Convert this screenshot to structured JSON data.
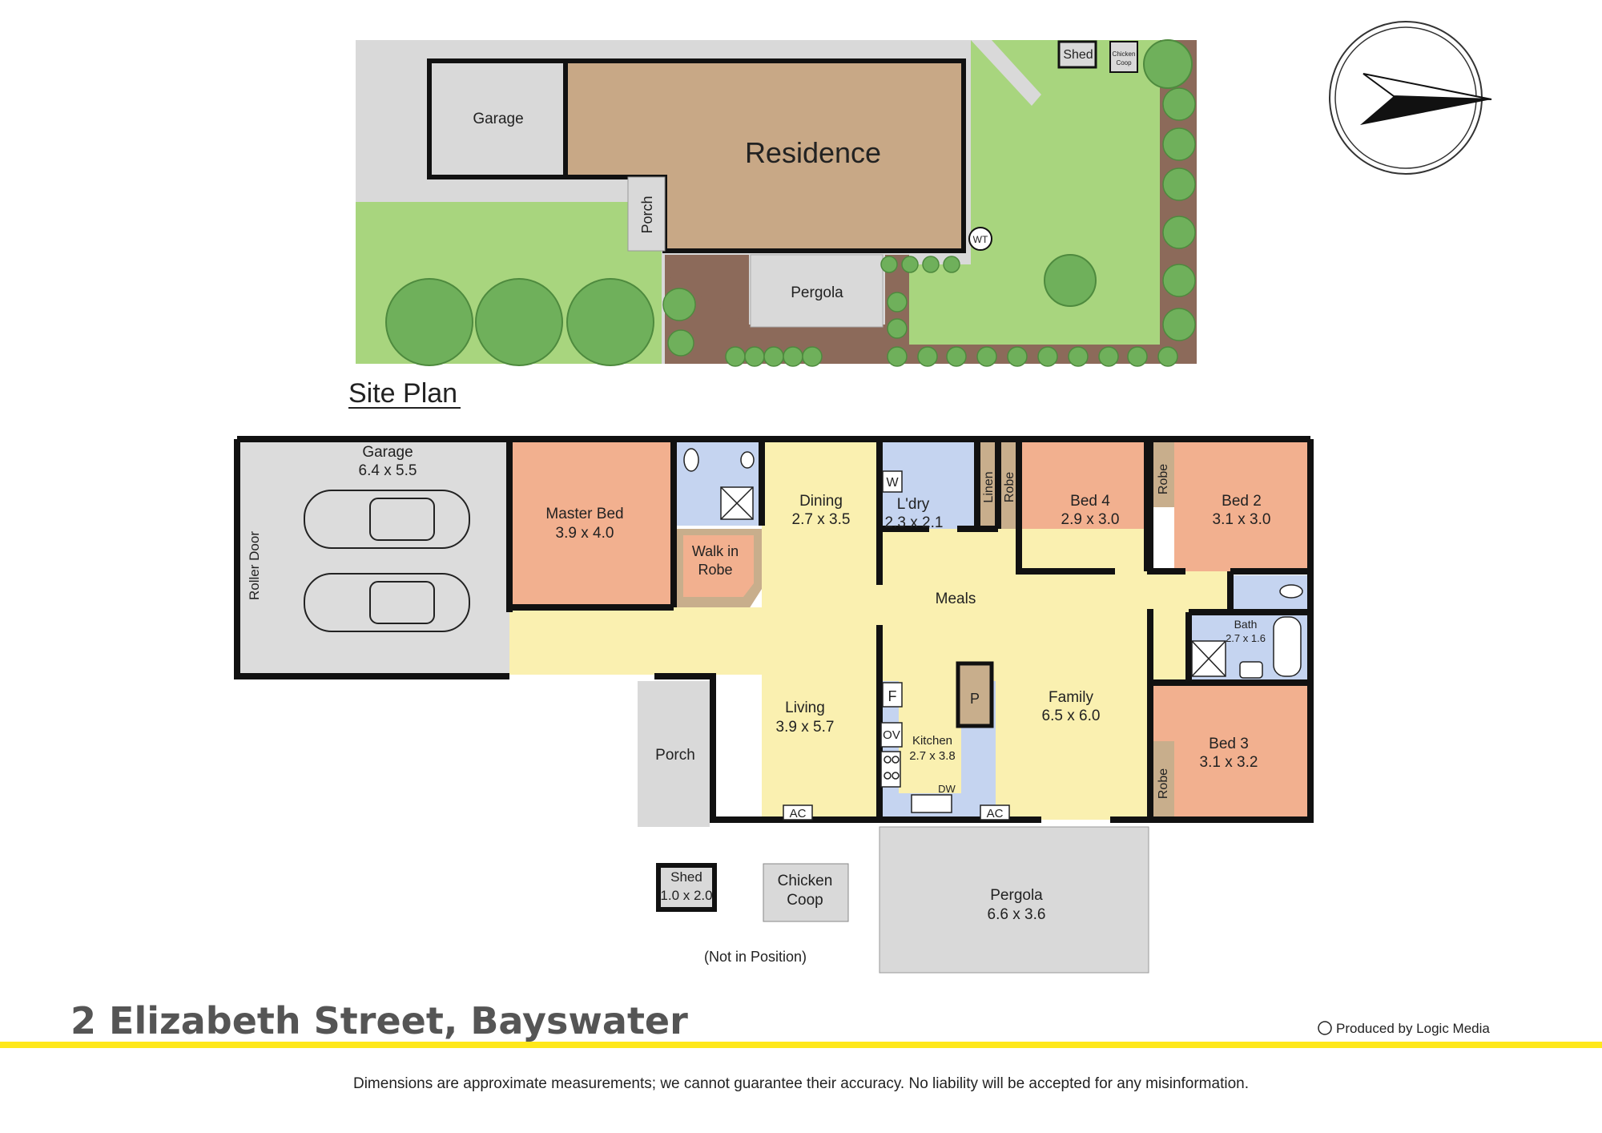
{
  "site_plan": {
    "heading": "Site Plan",
    "garage": "Garage",
    "residence": "Residence",
    "porch": "Porch",
    "pergola": "Pergola",
    "shed": "Shed",
    "coop": [
      "Chicken",
      "Coop"
    ],
    "water_tank": "WT"
  },
  "floor_plan": {
    "garage": {
      "name": "Garage",
      "dims": "6.4 x 5.5"
    },
    "roller_door": "Roller Door",
    "master_bed": {
      "name": "Master Bed",
      "dims": "3.9 x 4.0"
    },
    "walk_in_robe": [
      "Walk in",
      "Robe"
    ],
    "dining": {
      "name": "Dining",
      "dims": "2.7 x 3.5"
    },
    "laundry": {
      "name": "L'dry",
      "dims": "2.3 x 2.1"
    },
    "w_label": "W",
    "linen": "Linen",
    "robe": "Robe",
    "bed4": {
      "name": "Bed 4",
      "dims": "2.9 x 3.0"
    },
    "bed2": {
      "name": "Bed 2",
      "dims": "3.1 x 3.0"
    },
    "meals": "Meals",
    "bath": {
      "name": "Bath",
      "dims": "2.7 x 1.6"
    },
    "living": {
      "name": "Living",
      "dims": "3.9 x 5.7"
    },
    "family": {
      "name": "Family",
      "dims": "6.5 x 6.0"
    },
    "kitchen": {
      "name": "Kitchen",
      "dims": "2.7 x 3.8"
    },
    "fridge": "F",
    "oven": "OV",
    "pantry": "P",
    "dishwasher": "DW",
    "ac": "AC",
    "porch": "Porch",
    "bed3": {
      "name": "Bed 3",
      "dims": "3.1 x 3.2"
    },
    "shed": {
      "name": "Shed",
      "dims": "1.0 x 2.0"
    },
    "coop": [
      "Chicken",
      "Coop"
    ],
    "pergola": {
      "name": "Pergola",
      "dims": "6.6 x 3.6"
    },
    "not_in_position": "(Not in Position)"
  },
  "footer": {
    "address": "2 Elizabeth Street, Bayswater",
    "producer": "Produced by Logic Media",
    "disclaimer": "Dimensions are approximate measurements; we cannot guarantee their accuracy. No liability will be accepted for any misinformation."
  },
  "colors": {
    "lawn": "#a8d57e",
    "garden_bed": "#8c6a5a",
    "residence": "#c8a886",
    "paving": "#d9d9d9",
    "bedroom": "#f2b08f",
    "living": "#faf0b0",
    "wet_area": "#c5d4f0",
    "garage_floor": "#dcdcdc",
    "robe": "#c8ae8c",
    "accent_bar": "#ffe81a"
  }
}
